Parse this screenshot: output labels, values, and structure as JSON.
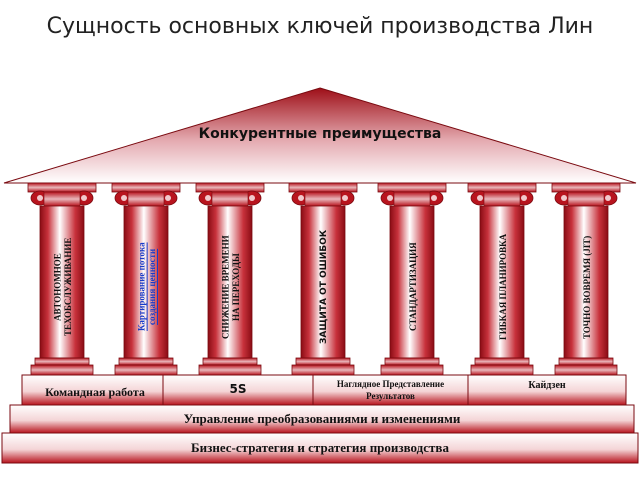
{
  "title": "Сущность основных ключей производства Лин",
  "roof": {
    "label": "Конкурентные преимущества"
  },
  "columns": [
    {
      "line1": "АВТОНОМНОЕ",
      "line2": "ТЕХОБСЛУЖИВАНИЕ"
    },
    {
      "line1": "Картирование потока",
      "line2": "создания ценности"
    },
    {
      "line1": "СНИЖЕНИЕ ВРЕМЕНИ",
      "line2": "НА ПЕРЕХОДЫ"
    },
    {
      "line1": "ЗАЩИТА ОТ ОШИБОК",
      "line2": ""
    },
    {
      "line1": "СТАНДАРТИЗАЦИЯ",
      "line2": ""
    },
    {
      "line1": "ГИБКАЯ ПЛАНИРОВКА",
      "line2": ""
    },
    {
      "line1": "ТОЧНО ВОВРЕМЯ (JIT)",
      "line2": ""
    }
  ],
  "foundation": {
    "blocks": [
      "Командная работа",
      "5S",
      "Наглядное Представление Результатов",
      "Кайдзен"
    ],
    "change_management": "Управление преобразованиями и изменениями",
    "business_strategy": "Бизнес-стратегия и стратегия производства"
  },
  "colors": {
    "primary": "#b8141e",
    "dark": "#7a0a10",
    "light": "#ffffff"
  }
}
